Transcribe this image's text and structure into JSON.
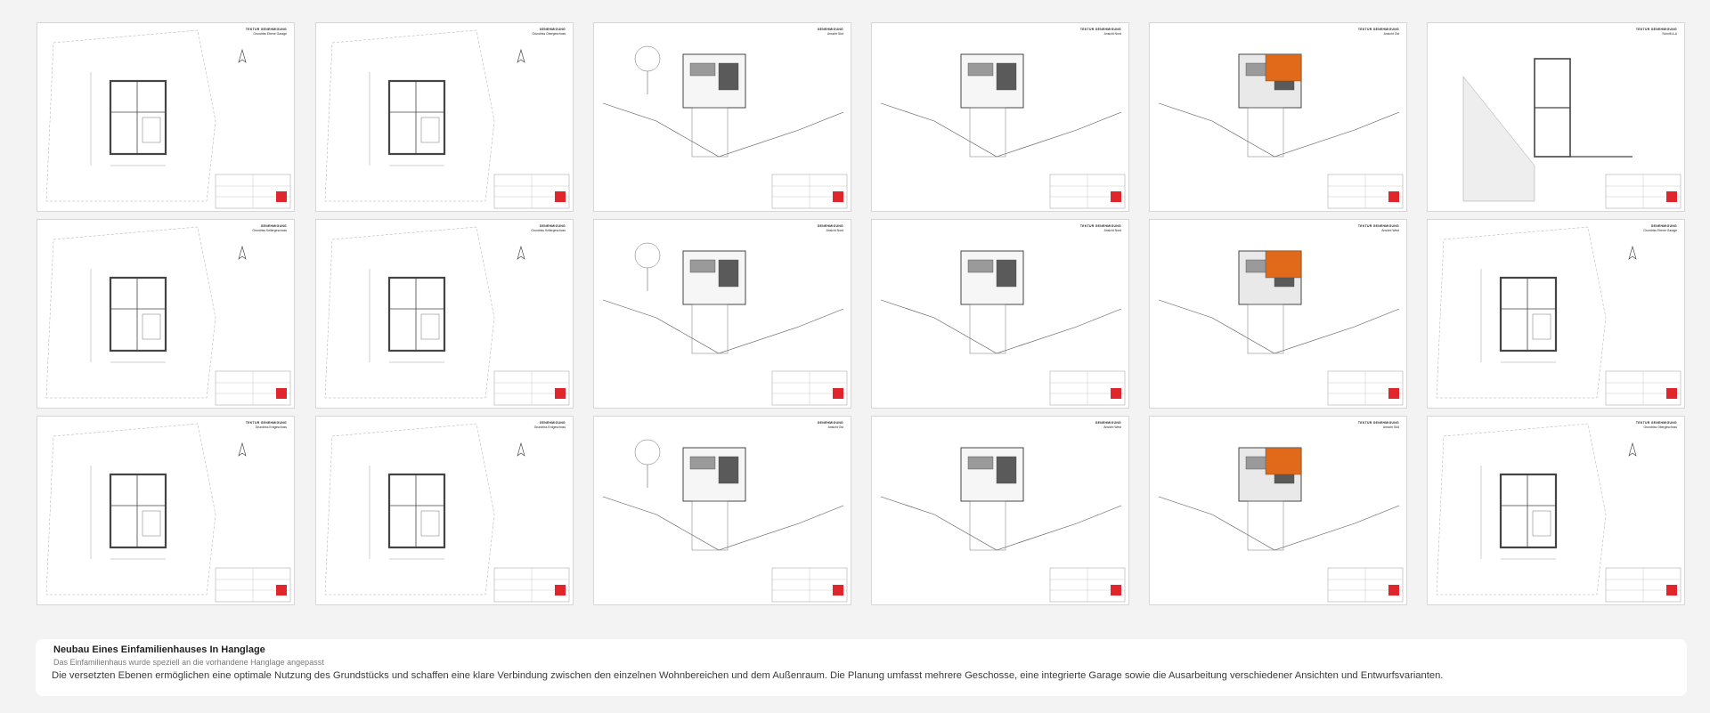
{
  "caption": {
    "title": "Neubau Eines Einfamilienhauses In Hanglage",
    "subtitle": "Das Einfamilienhaus wurde speziell an die vorhandene Hanglage angepasst",
    "description": "Die versetzten Ebenen ermöglichen eine optimale Nutzung des Grundstücks und schaffen eine klare Verbindung zwischen den einzelnen Wohnbereichen und dem Außenraum. Die Planung umfasst mehrere Geschosse, eine integrierte Garage sowie die Ausarbeitung verschiedener Ansichten und Entwurfsvarianten."
  },
  "colors": {
    "accent": "#e0262c",
    "facade_orange": "#e06a1a",
    "line": "#444444",
    "background": "#f3f3f4"
  },
  "sheets": [
    {
      "kind": "plan",
      "title": "TEKTUR GENEHMIGUNG",
      "subtitle": "Grundriss Ebene Garage"
    },
    {
      "kind": "plan",
      "title": "GENEHMIGUNG",
      "subtitle": "Grundriss Obergeschoss"
    },
    {
      "kind": "elevation",
      "title": "GENEHMIGUNG",
      "subtitle": "Ansicht Süd"
    },
    {
      "kind": "elevation-plain",
      "title": "TEKTUR GENEHMIGUNG",
      "subtitle": "Ansicht Nord"
    },
    {
      "kind": "elevation-orange",
      "title": "TEKTUR GENEHMIGUNG",
      "subtitle": "Ansicht Ost"
    },
    {
      "kind": "section",
      "title": "TEKTUR GENEHMIGUNG",
      "subtitle": "Schnitt A-A"
    },
    {
      "kind": "plan",
      "title": "GENEHMIGUNG",
      "subtitle": "Grundriss Kellergeschoss"
    },
    {
      "kind": "plan",
      "title": "GENEHMIGUNG",
      "subtitle": "Grundriss Kellergeschoss"
    },
    {
      "kind": "elevation",
      "title": "GENEHMIGUNG",
      "subtitle": "Ansicht Nord"
    },
    {
      "kind": "elevation-plain",
      "title": "TEKTUR GENEHMIGUNG",
      "subtitle": "Ansicht Nord"
    },
    {
      "kind": "elevation-orange",
      "title": "TEKTUR GENEHMIGUNG",
      "subtitle": "Ansicht West"
    },
    {
      "kind": "plan",
      "title": "GENEHMIGUNG",
      "subtitle": "Grundriss Ebene Garage"
    },
    {
      "kind": "plan",
      "title": "TEKTUR GENEHMIGUNG",
      "subtitle": "Grundriss Erdgeschoss"
    },
    {
      "kind": "plan",
      "title": "GENEHMIGUNG",
      "subtitle": "Grundriss Erdgeschoss"
    },
    {
      "kind": "elevation",
      "title": "GENEHMIGUNG",
      "subtitle": "Ansicht Ost"
    },
    {
      "kind": "elevation-plain",
      "title": "GENEHMIGUNG",
      "subtitle": "Ansicht West"
    },
    {
      "kind": "elevation-orange",
      "title": "TEKTUR GENEHMIGUNG",
      "subtitle": "Ansicht Süd"
    },
    {
      "kind": "plan",
      "title": "TEKTUR GENEHMIGUNG",
      "subtitle": "Grundriss Obergeschoss"
    }
  ]
}
